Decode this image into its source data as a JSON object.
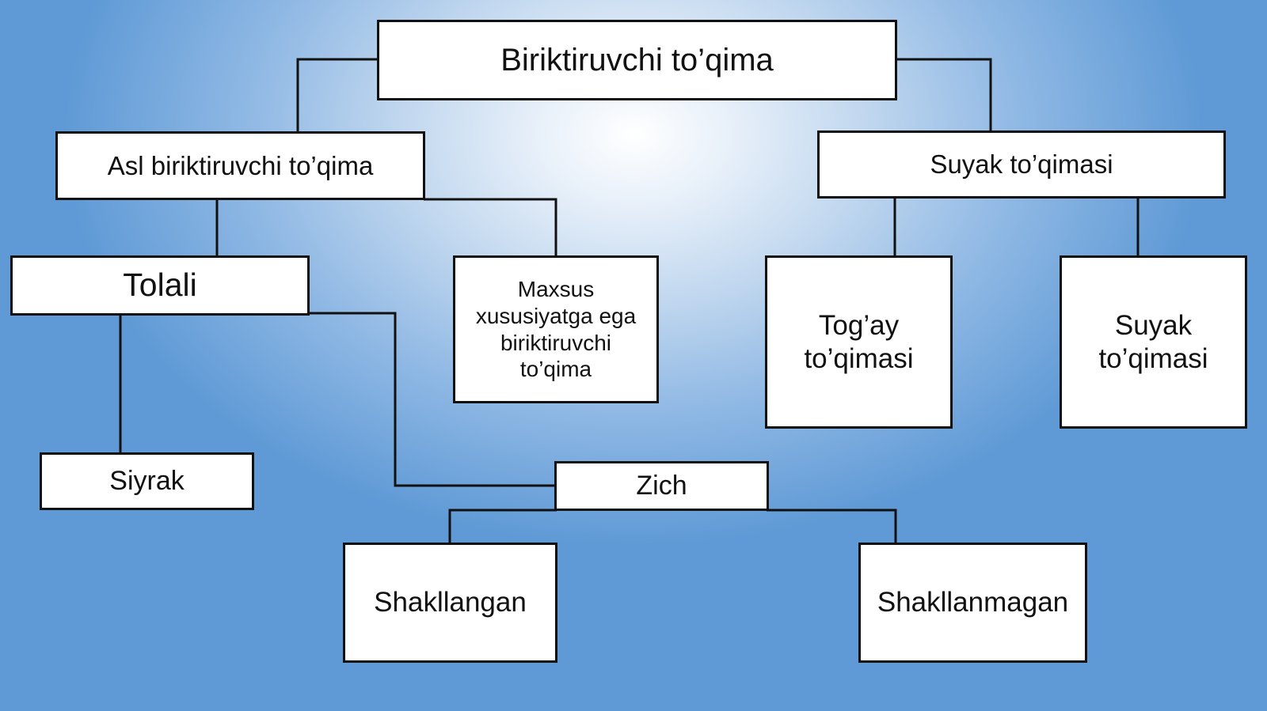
{
  "diagram": {
    "root": {
      "label": "Biriktiruvchi to’qima"
    },
    "asl": {
      "label": "Asl biriktiruvchi to’qima"
    },
    "suyak_group": {
      "label": "Suyak to’qimasi"
    },
    "tolali": {
      "label": "Tolali"
    },
    "maxsus": {
      "label": "Maxsus xususiyatga ega biriktiruvchi to’qima"
    },
    "togay": {
      "label": "Tog’ay to’qimasi"
    },
    "suyak": {
      "label": "Suyak to’qimasi"
    },
    "siyrak": {
      "label": "Siyrak"
    },
    "zich": {
      "label": "Zich"
    },
    "shakllangan": {
      "label": "Shakllangan"
    },
    "shakllanmagan": {
      "label": "Shakllanmagan"
    }
  }
}
